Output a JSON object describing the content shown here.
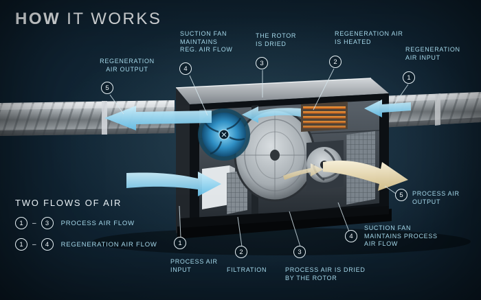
{
  "title": {
    "bold": "HOW",
    "rest": "IT WORKS"
  },
  "callouts": [
    {
      "num": "5",
      "label": "REGENERATION\nAIR OUTPUT"
    },
    {
      "num": "4",
      "label": "SUCTION FAN\nMAINTAINS\nREG. AIR FLOW"
    },
    {
      "num": "3",
      "label": "THE ROTOR\nIS DRIED"
    },
    {
      "num": "2",
      "label": "REGENERATION AIR\nIS HEATED"
    },
    {
      "num": "1",
      "label": "REGENERATION\nAIR INPUT"
    },
    {
      "num": "1",
      "label": "PROCESS AIR\nINPUT"
    },
    {
      "num": "2",
      "label": "FILTRATION"
    },
    {
      "num": "3",
      "label": "PROCESS AIR IS DRIED\nBY THE ROTOR"
    },
    {
      "num": "4",
      "label": "SUCTION FAN\nMAINTAINS PROCESS\nAIR FLOW"
    },
    {
      "num": "5",
      "label": "PROCESS AIR\nOUTPUT"
    }
  ],
  "legend": {
    "heading": "TWO FLOWS OF AIR",
    "dash": "–",
    "rows": [
      {
        "from": "1",
        "to": "3",
        "label": "PROCESS AIR FLOW"
      },
      {
        "from": "1",
        "to": "4",
        "label": "REGENERATION AIR FLOW"
      }
    ]
  },
  "colors": {
    "background": "#102433",
    "accent": "#a5d8ea",
    "arrow_blue": "#7cc9e8",
    "arrow_tan": "#e4d5a8",
    "heater_orange": "#e5822e",
    "metal_gray": "#9aa0a4"
  }
}
